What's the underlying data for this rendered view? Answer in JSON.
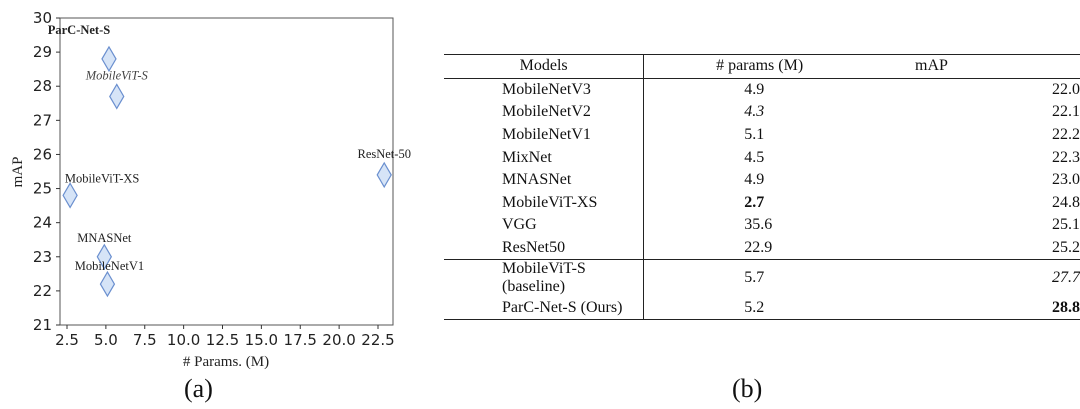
{
  "chart_data": {
    "type": "scatter",
    "xlabel": "# Params. (M)",
    "ylabel": "mAP",
    "xlim": [
      2.0,
      23.5
    ],
    "ylim": [
      21,
      30
    ],
    "xticks": [
      "2.5",
      "5.0",
      "7.5",
      "10.0",
      "12.5",
      "15.0",
      "17.5",
      "20.0",
      "22.5"
    ],
    "yticks": [
      "21",
      "22",
      "23",
      "24",
      "25",
      "26",
      "27",
      "28",
      "29",
      "30"
    ],
    "marker": "diamond",
    "marker_color": "#d6e4f7",
    "marker_edge": "#6a8fcf",
    "points": [
      {
        "label": "ParC-Net-S",
        "x": 5.2,
        "y": 28.8,
        "style": "bold"
      },
      {
        "label": "MobileViT-S",
        "x": 5.7,
        "y": 27.7,
        "style": "italic"
      },
      {
        "label": "ResNet-50",
        "x": 22.9,
        "y": 25.4,
        "style": "normal"
      },
      {
        "label": "MobileViT-XS",
        "x": 2.7,
        "y": 24.8,
        "style": "normal"
      },
      {
        "label": "MNASNet",
        "x": 4.9,
        "y": 23.0,
        "style": "normal"
      },
      {
        "label": "MobileNetV1",
        "x": 5.1,
        "y": 22.2,
        "style": "normal"
      }
    ],
    "grid": false
  },
  "captions": {
    "a": "(a)",
    "b": "(b)"
  },
  "table": {
    "headers": [
      "Models",
      "# params (M)",
      "mAP"
    ],
    "rows": [
      [
        "MobileNetV3",
        "4.9",
        "22.0"
      ],
      [
        "MobileNetV2",
        "4.3",
        "22.1"
      ],
      [
        "MobileNetV1",
        "5.1",
        "22.2"
      ],
      [
        "MixNet",
        "4.5",
        "22.3"
      ],
      [
        "MNASNet",
        "4.9",
        "23.0"
      ],
      [
        "MobileViT-XS",
        "2.7",
        "24.8"
      ],
      [
        "VGG",
        "35.6",
        "25.1"
      ],
      [
        "ResNet50",
        "22.9",
        "25.2"
      ],
      [
        "MobileViT-S (baseline)",
        "5.7",
        "27.7"
      ],
      [
        "ParC-Net-S (Ours)",
        "5.2",
        "28.8"
      ]
    ]
  }
}
